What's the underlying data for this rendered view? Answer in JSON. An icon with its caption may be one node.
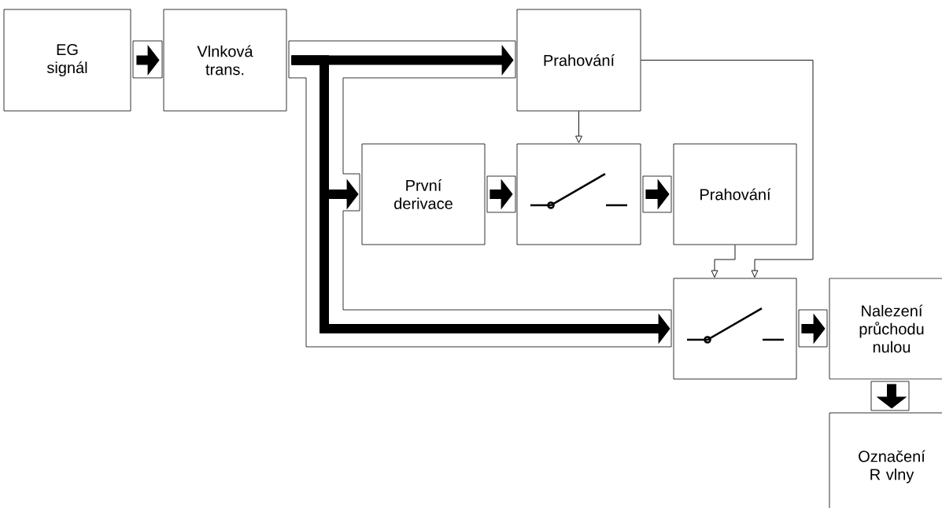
{
  "diagram": {
    "nodes": [
      {
        "text": [
          "EG signál"
        ]
      },
      {
        "text": [
          "Vlnková trans."
        ]
      },
      {
        "text": [
          "Prahování"
        ]
      },
      {
        "text": [
          "První derivace"
        ]
      },
      {
        "text": [],
        "shape": "box"
      },
      {
        "text": [
          "Prahování"
        ]
      },
      {
        "text": [],
        "shape": "box"
      },
      {
        "text": [
          "Nalezení průchodu nulou"
        ]
      },
      {
        "text": [
          "Označení R vlny"
        ]
      }
    ],
    "edges": [
      {
        "from": 0,
        "to": 1,
        "arrow": "to"
      },
      {
        "from": 1,
        "to": 2,
        "arrow": "to"
      },
      {
        "from": 1,
        "to": 3,
        "arrow": "to"
      },
      {
        "from": 1,
        "to": 6,
        "arrow": "to"
      },
      {
        "from": 2,
        "to": 4,
        "arrow": "to"
      },
      {
        "from": 3,
        "to": 4,
        "arrow": "to"
      },
      {
        "from": 4,
        "to": 5,
        "arrow": "to"
      },
      {
        "from": 2,
        "to": 6,
        "arrow": "to"
      },
      {
        "from": 5,
        "to": 6,
        "arrow": "to"
      },
      {
        "from": 6,
        "to": 7,
        "arrow": "to"
      },
      {
        "from": 7,
        "to": 8,
        "arrow": "to"
      }
    ]
  }
}
